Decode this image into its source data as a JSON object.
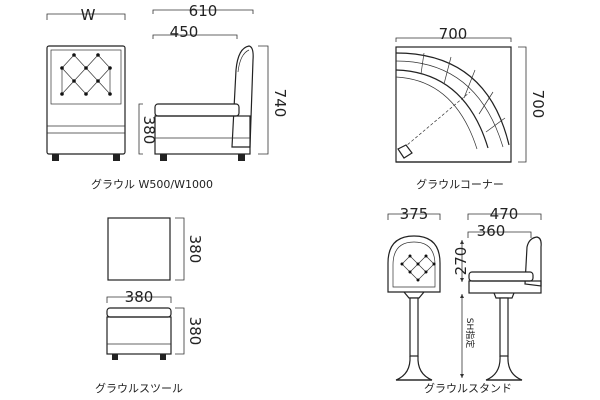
{
  "products": {
    "glaoul_chair": {
      "caption": "グラウル W500/W1000",
      "front_width": "W",
      "depth": "610",
      "seat_depth": "450",
      "seat_height": "380",
      "height": "740"
    },
    "glaoul_corner": {
      "caption": "グラウルコーナー",
      "width": "700",
      "depth": "700"
    },
    "glaoul_stool": {
      "caption": "グラウルスツール",
      "top_depth": "380",
      "width": "380",
      "height": "380"
    },
    "glaoul_stand": {
      "caption": "グラウルスタンド",
      "width": "375",
      "depth": "470",
      "seat_depth": "360",
      "back_height": "270",
      "seat_height_note": "SH指定"
    }
  }
}
